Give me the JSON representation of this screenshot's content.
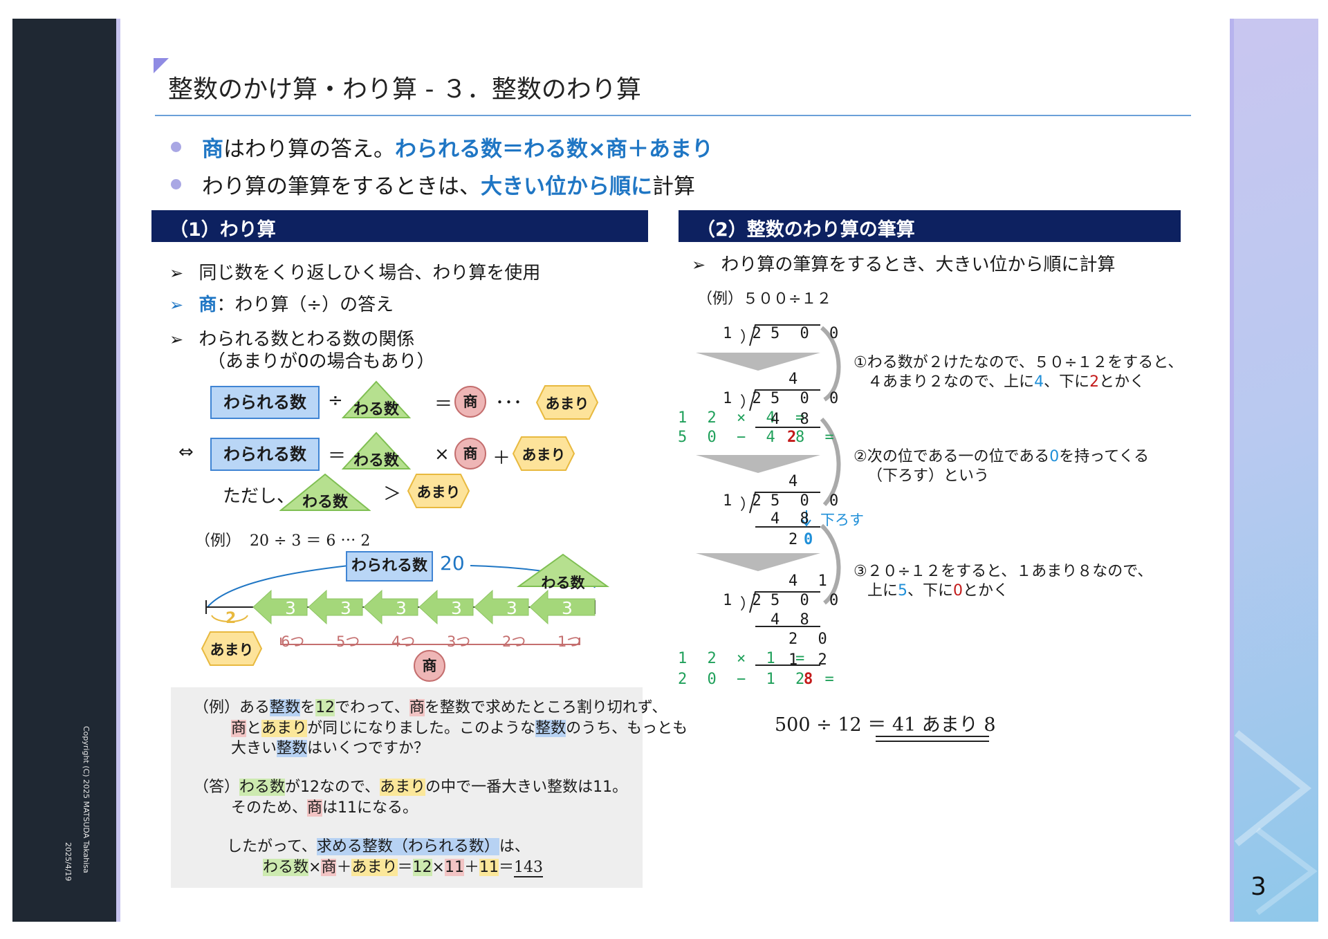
{
  "footer": {
    "copyright": "Copyright (C) 2025 MATSUDA Takahisa",
    "date": "2025/4/19",
    "page_number": "3"
  },
  "title": "整数のかけ算・わり算 - ３．整数のわり算",
  "bullets": [
    {
      "p1": "商",
      "p2": "はわり算の答え。",
      "p3": "わられる数＝わる数×商＋あまり"
    },
    {
      "p1": "わり算の筆算をするときは、",
      "p2": "大きい位から順に",
      "p3": "計算"
    }
  ],
  "section1": {
    "heading": "（1）わり算",
    "items": [
      {
        "marker": "➢",
        "text": "同じ数をくり返しひく場合、わり算を使用"
      },
      {
        "marker": "➢",
        "key": "商",
        "text": "：わり算（÷）の答え"
      },
      {
        "marker": "➢",
        "text": "わられる数とわる数の関係",
        "sub": "（あまりが0の場合もあり）"
      }
    ],
    "formula": {
      "dividend": "わられる数",
      "divisor": "わる数",
      "quotient": "商",
      "remainder": "あまり",
      "div_sign": "÷",
      "eq": "＝",
      "dots": "･･･",
      "iff": "⇔",
      "times": "×",
      "plus": "＋",
      "note_lead": "ただし、",
      "gt": "＞"
    },
    "example": {
      "label": "（例）",
      "expr": "20 ÷ 3 ＝ 6 ⋯ 2",
      "total": "20",
      "step": "3",
      "rem": "2",
      "counts": [
        "6つ",
        "5つ",
        "4つ",
        "3つ",
        "2つ",
        "1つ"
      ]
    },
    "problem": {
      "q_label": "（例）",
      "q_line1": [
        "ある",
        "整数",
        "を",
        "12",
        "でわって、",
        "商",
        "を整数で求めたところ割り切れず、"
      ],
      "q_line2": [
        "商",
        "と",
        "あまり",
        "が同じになりました。このような",
        "整数",
        "のうち、もっとも"
      ],
      "q_line3": [
        "大きい",
        "整数",
        "はいくつですか？"
      ],
      "a_label": "（答）",
      "a_line1": [
        "わる数",
        "が12なので、",
        "あまり",
        "の中で一番大きい整数は11。"
      ],
      "a_line2": [
        "そのため、",
        "商",
        "は11になる。"
      ],
      "a_line3": [
        "したがって、",
        "求める整数（わられる数）",
        "は、"
      ],
      "a_line4": [
        "わる数",
        "×",
        "商",
        "＋",
        "あまり",
        "＝",
        "12",
        "×",
        "11",
        "＋",
        "11",
        "＝",
        "143"
      ]
    }
  },
  "section2": {
    "heading": "（2）整数のわり算の筆算",
    "lead": "わり算の筆算をするとき、大きい位から順に計算",
    "example": "（例）５００÷１２",
    "divisor": "1 2",
    "dividend": "5 0 0",
    "step1": {
      "q": "4",
      "mul_label": "1 2 × 4 =",
      "mul": "4 8",
      "sub_label": "5 0 − 4 8 =",
      "rem": "2",
      "note1": "①わる数が２けたなので、５０÷１２をすると、",
      "note2_a": "４あまり２なので、上に",
      "note2_q": "4",
      "note2_b": "、下に",
      "note2_r": "2",
      "note2_c": "とかく"
    },
    "step2": {
      "bring": "下ろす",
      "row": "2",
      "bring_digit": "0",
      "note1_a": "②次の位である一の位である",
      "note1_d": "0",
      "note1_b": "を持ってくる",
      "note2": "（下ろす）という"
    },
    "step3": {
      "q": "4 1",
      "mul_label": "1 2 × 1 =",
      "mul": "1 2",
      "sub_label": "2 0 − 1 2 =",
      "rem": "8",
      "row": "2 0",
      "note1": "③２０÷１２をすると、１あまり８なので、",
      "note2_a": "上に",
      "note2_q": "5",
      "note2_b": "、下に",
      "note2_r": "0",
      "note2_c": "とかく"
    },
    "result": "500 ÷ 12 ＝ 41 あまり 8"
  }
}
